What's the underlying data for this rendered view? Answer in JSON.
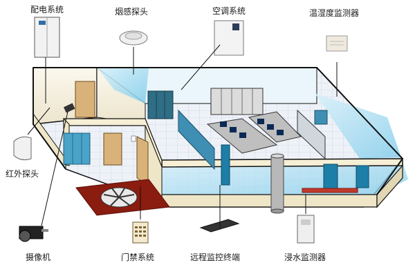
{
  "labels": {
    "power_system": "配电系统",
    "smoke_detector": "烟感探头",
    "ac_system": "空调系统",
    "humidity_monitor": "温湿度监测器",
    "infrared_probe": "红外探头",
    "camera": "摄像机",
    "access_control": "门禁系统",
    "remote_terminal": "远程监控终端",
    "water_monitor": "浸水监测器"
  },
  "colors": {
    "wall": "#f5f0e0",
    "floor_tile": "#eef2f8",
    "glass": "#9fd8f0",
    "outline": "#111111",
    "carpet": "#8a1c10",
    "rack": "#d8d8d8"
  }
}
